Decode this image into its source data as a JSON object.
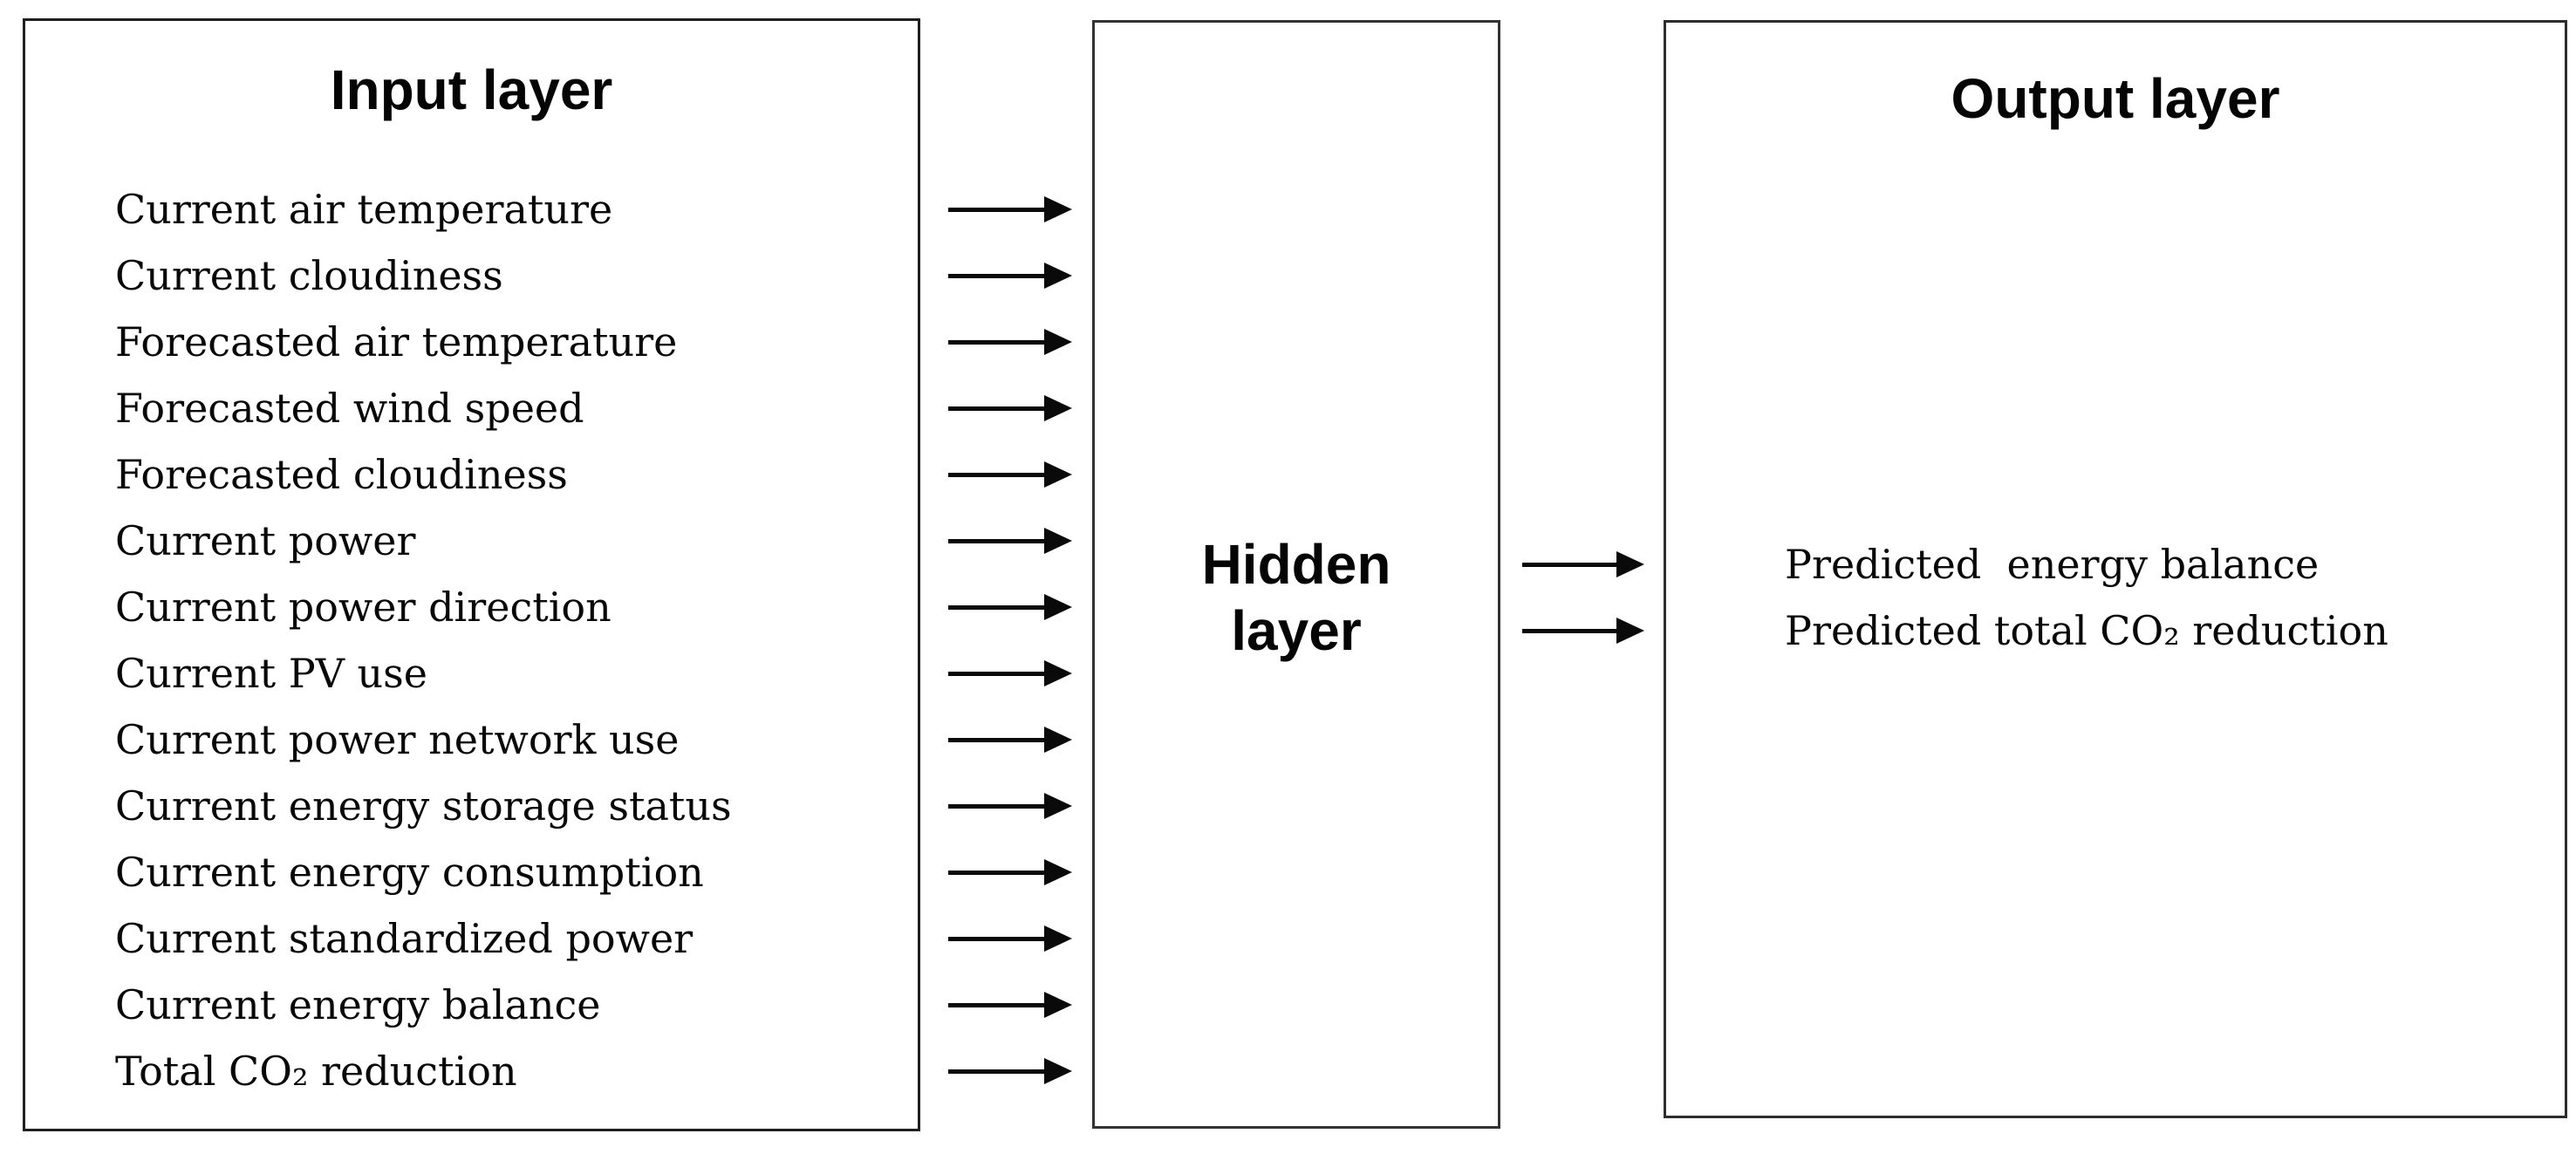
{
  "diagram": {
    "input_layer": {
      "title": "Input layer",
      "items": [
        "Current air temperature",
        "Current cloudiness",
        "Forecasted air temperature",
        "Forecasted wind speed",
        "Forecasted cloudiness",
        "Current power",
        "Current power direction",
        "Current PV use",
        "Current power network use",
        "Current energy storage status",
        "Current energy consumption",
        "Current standardized power",
        "Current energy balance",
        "Total CO₂ reduction"
      ]
    },
    "hidden_layer": {
      "title": "Hidden layer",
      "lines": [
        "Hidden",
        "layer"
      ]
    },
    "output_layer": {
      "title": "Output layer",
      "items": [
        "Predicted  energy balance",
        "Predicted total CO₂ reduction"
      ]
    },
    "icons": {
      "arrow_right": "→"
    },
    "colors": {
      "background": "#ffffff",
      "text": "#0a0a0a",
      "box_border": "#2a2a2a",
      "arrow": "#0a0a0a"
    }
  }
}
